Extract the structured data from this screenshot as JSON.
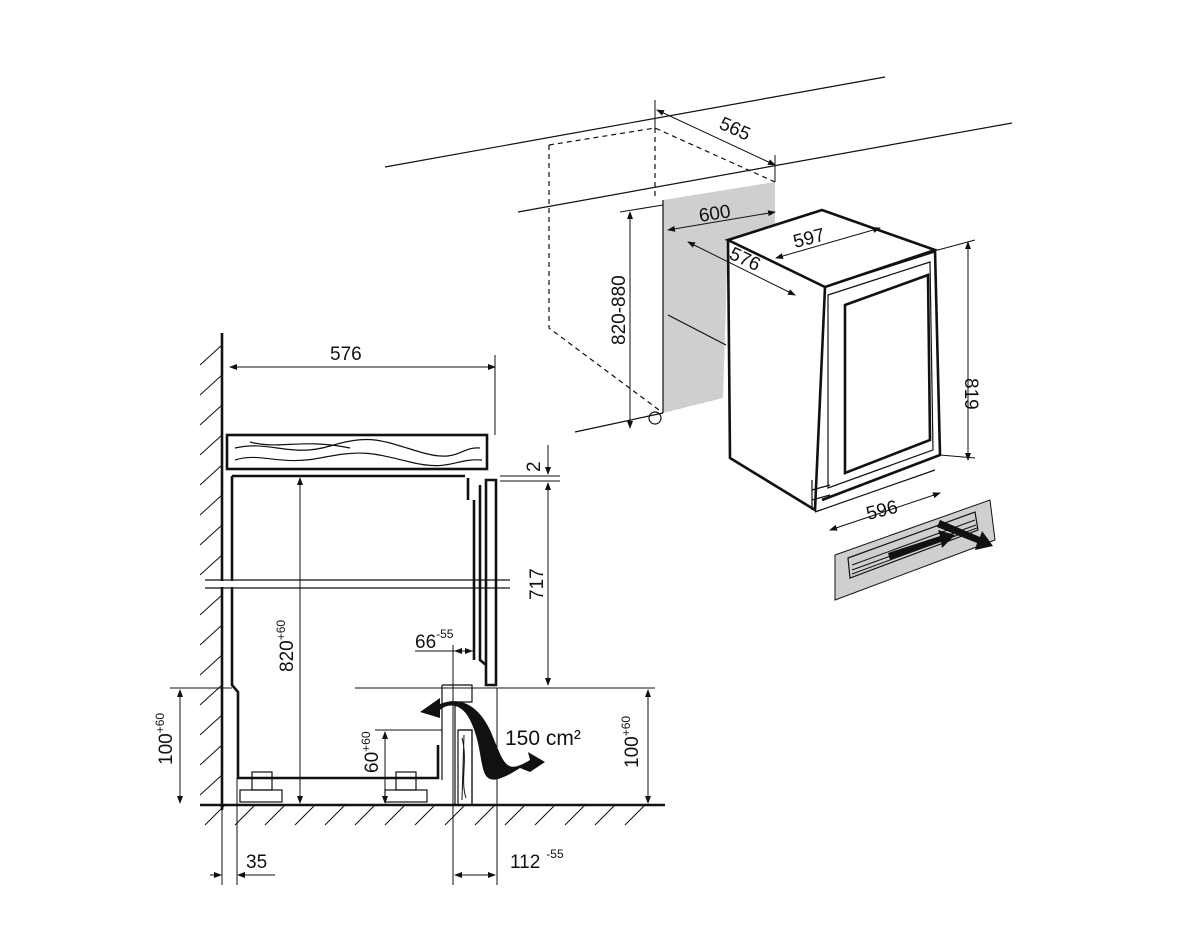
{
  "iso_view": {
    "niche_depth": "565",
    "niche_width": "600",
    "niche_height": "820-880",
    "appliance_width_top": "597",
    "appliance_depth": "576",
    "appliance_height": "819",
    "appliance_width_bottom": "596"
  },
  "section_view": {
    "counter_depth": "576",
    "gap_top": "2",
    "door_height": "717",
    "niche_height": "820",
    "niche_height_tol": "+60",
    "plinth_offset": "66",
    "plinth_offset_tol": "-55",
    "plinth_height_left": "100",
    "plinth_height_left_tol": "+60",
    "plinth_height_right": "100",
    "plinth_height_right_tol": "+60",
    "foot_height": "60",
    "foot_height_tol": "+60",
    "vent_area": "150 cm²",
    "wall_gap": "35",
    "plinth_depth": "112",
    "plinth_depth_tol": "-55"
  },
  "colors": {
    "line": "#111111",
    "niche_fill": "#cfcfcf"
  }
}
